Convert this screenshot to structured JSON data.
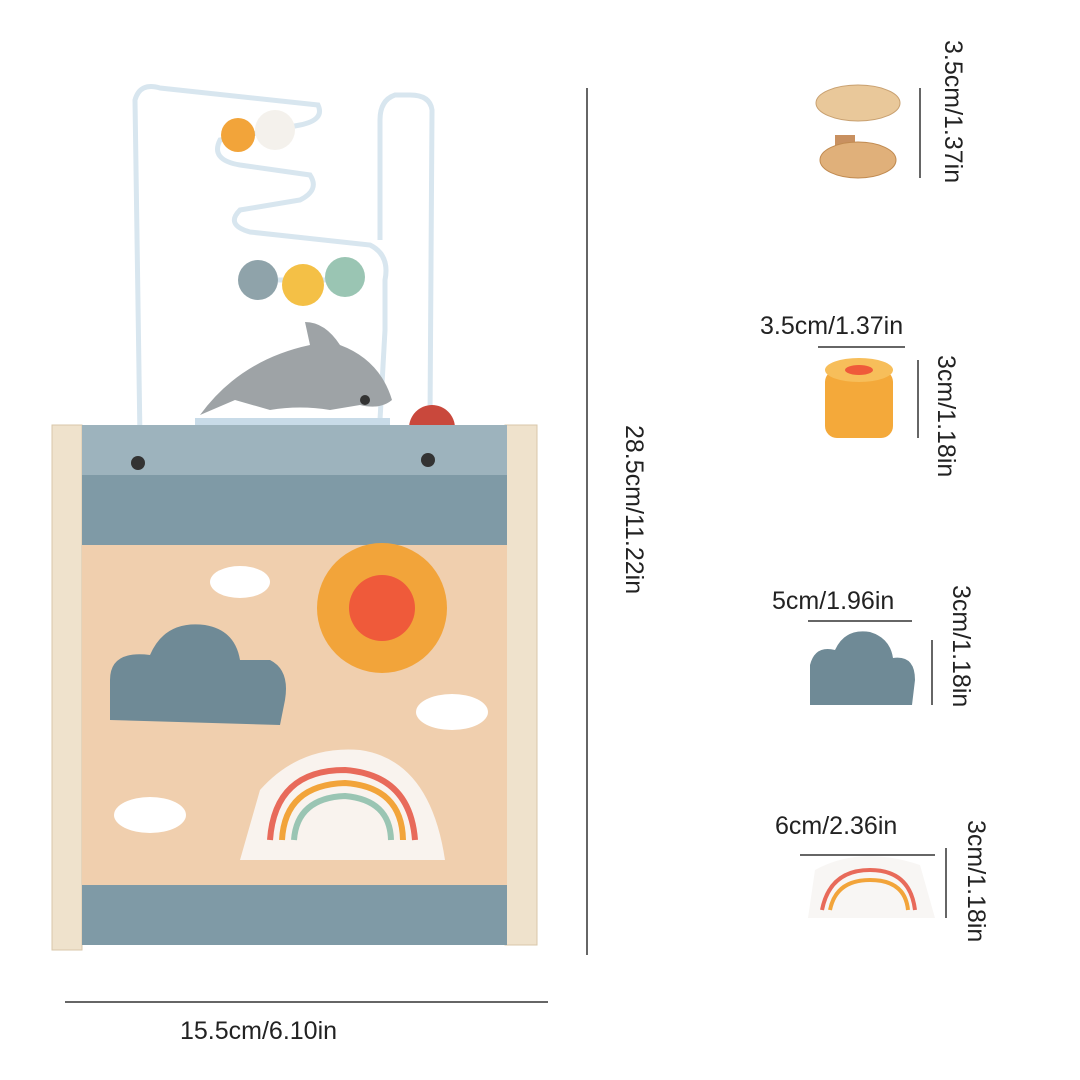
{
  "main_toy": {
    "height_label": "28.5cm/11.22in",
    "width_label": "15.5cm/6.10in"
  },
  "parts": [
    {
      "name": "spinner",
      "height_label": "3.5cm/1.37in"
    },
    {
      "name": "sun-cylinder",
      "width_label": "3.5cm/1.37in",
      "height_label": "3cm/1.18in"
    },
    {
      "name": "cloud",
      "width_label": "5cm/1.96in",
      "height_label": "3cm/1.18in"
    },
    {
      "name": "rainbow",
      "width_label": "6cm/2.36in",
      "height_label": "3cm/1.18in"
    }
  ],
  "colors": {
    "blue_gray": "#7f9aa6",
    "wood": "#f0cfae",
    "orange": "#f2a43a",
    "sun_red": "#ef5a3a"
  }
}
